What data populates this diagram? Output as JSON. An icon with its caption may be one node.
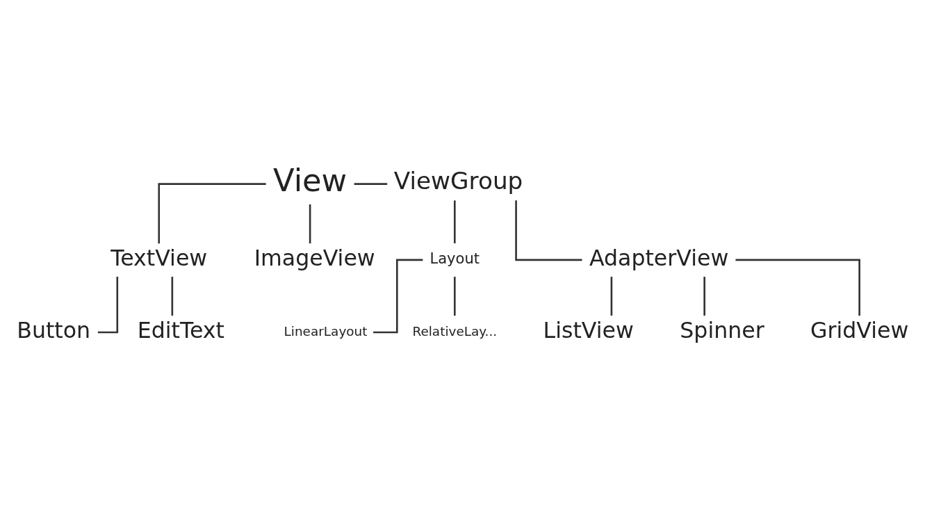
{
  "diagram": {
    "nodes": [
      {
        "text": [
          "View"
        ]
      },
      {
        "text": [
          "ViewGroup"
        ]
      },
      {
        "text": [
          "Layout"
        ]
      },
      {
        "text": [
          "LinearLayout"
        ]
      },
      {
        "text": [
          "RelativeLay..."
        ]
      },
      {
        "text": [
          "TextView"
        ]
      },
      {
        "text": [
          "ImageView"
        ]
      },
      {
        "text": [
          "AdapterView"
        ]
      },
      {
        "text": [
          "Button"
        ]
      },
      {
        "text": [
          "EditText"
        ]
      },
      {
        "text": [
          "ListView"
        ]
      },
      {
        "text": [
          "Spinner"
        ]
      },
      {
        "text": [
          "GridView"
        ]
      }
    ],
    "edges": [
      {
        "from": 0,
        "to": 1,
        "arrow": "none"
      },
      {
        "from": 1,
        "to": 2,
        "arrow": "none"
      },
      {
        "from": 2,
        "to": 3,
        "arrow": "none"
      },
      {
        "from": 2,
        "to": 4,
        "arrow": "none"
      },
      {
        "from": 0,
        "to": 5,
        "arrow": "none"
      },
      {
        "from": 0,
        "to": 6,
        "arrow": "none"
      },
      {
        "from": 1,
        "to": 7,
        "arrow": "none"
      },
      {
        "from": 5,
        "to": 8,
        "arrow": "none"
      },
      {
        "from": 5,
        "to": 9,
        "arrow": "none"
      },
      {
        "from": 7,
        "to": 10,
        "arrow": "none"
      },
      {
        "from": 7,
        "to": 11,
        "arrow": "none"
      },
      {
        "from": 7,
        "to": 12,
        "arrow": "none"
      }
    ]
  }
}
